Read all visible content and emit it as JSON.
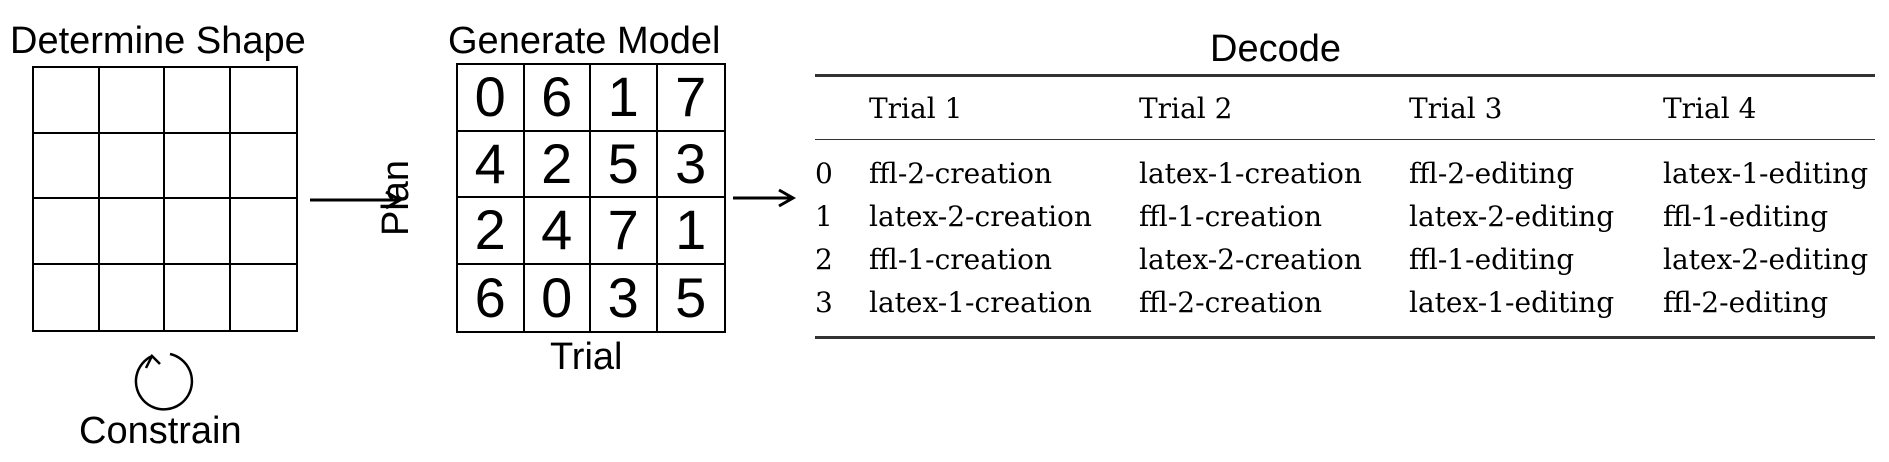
{
  "stages": {
    "shape": {
      "title": "Determine Shape",
      "loop_label": "Constrain",
      "loop_icon": "cycle-arrow-icon"
    },
    "model": {
      "title": "Generate Model",
      "row_axis_label": "Plan",
      "col_axis_label": "Trial",
      "grid": [
        [
          "0",
          "6",
          "1",
          "7"
        ],
        [
          "4",
          "2",
          "5",
          "3"
        ],
        [
          "2",
          "4",
          "7",
          "1"
        ],
        [
          "6",
          "0",
          "3",
          "5"
        ]
      ]
    },
    "decode": {
      "title": "Decode",
      "columns": [
        "",
        "Trial 1",
        "Trial 2",
        "Trial 3",
        "Trial 4"
      ],
      "rows": [
        [
          "0",
          "ffl-2-creation",
          "latex-1-creation",
          "ffl-2-editing",
          "latex-1-editing"
        ],
        [
          "1",
          "latex-2-creation",
          "ffl-1-creation",
          "latex-2-editing",
          "ffl-1-editing"
        ],
        [
          "2",
          "ffl-1-creation",
          "latex-2-creation",
          "ffl-1-editing",
          "latex-2-editing"
        ],
        [
          "3",
          "latex-1-creation",
          "ffl-2-creation",
          "latex-1-editing",
          "ffl-2-editing"
        ]
      ]
    }
  },
  "arrows": [
    "right-arrow-icon",
    "right-arrow-icon"
  ]
}
